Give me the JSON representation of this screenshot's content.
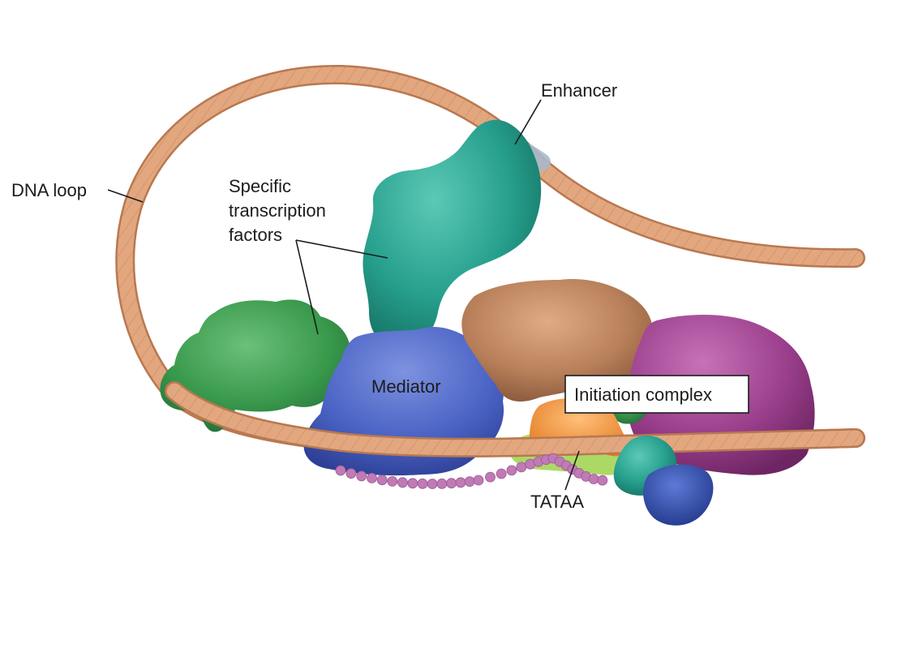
{
  "labels": {
    "dna_loop": "DNA loop",
    "enhancer": "Enhancer",
    "specific_tf_line1": "Specific",
    "specific_tf_line2": "transcription",
    "specific_tf_line3": "factors",
    "mediator": "Mediator",
    "initiation_complex": "Initiation complex",
    "tataa": "TATAA"
  },
  "colors": {
    "dna": "#e2a77f",
    "dna_dark": "#b97850",
    "activator_teal": "#27a08e",
    "activator_green": "#3a9a4c",
    "mediator_blue": "#4a63c4",
    "brown_factor": "#b8805a",
    "purple_polymerase": "#9b3f8c",
    "tbp_orange": "#f4973a",
    "lime": "#9ed24a",
    "small_blue": "#3353b2",
    "bead_pink": "#c07ab6",
    "enhancer_site": "#a9b8cc"
  }
}
